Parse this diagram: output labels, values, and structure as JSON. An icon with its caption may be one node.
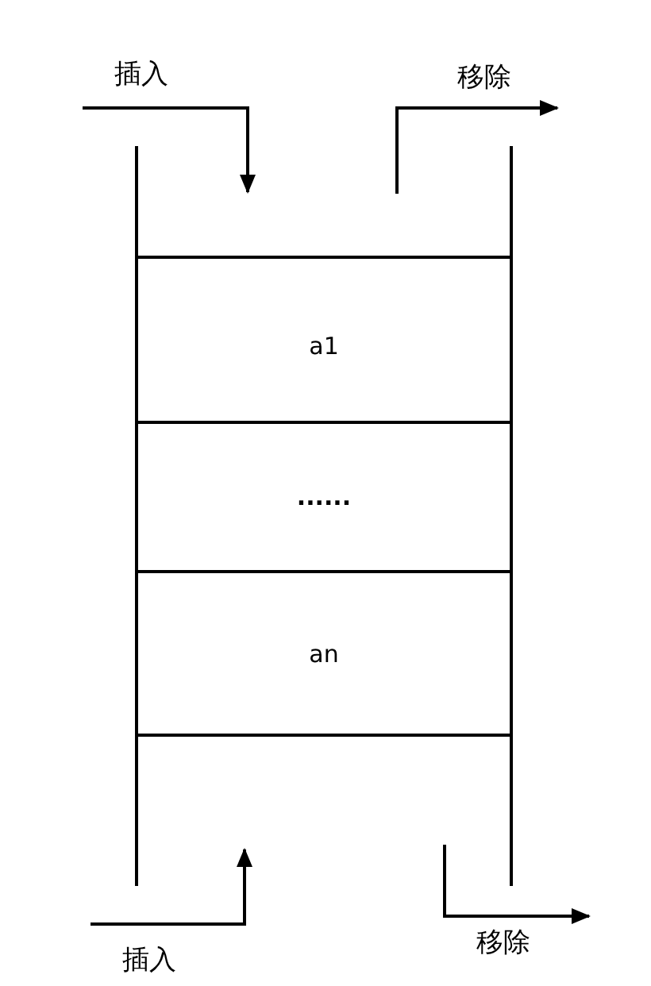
{
  "diagram": {
    "nodes": [
      {
        "text": [],
        "shape": "tube"
      },
      {
        "text": [
          "a1"
        ],
        "in": 0
      },
      {
        "text": [
          "......"
        ],
        "in": 0
      },
      {
        "text": [
          "an"
        ],
        "in": 0
      }
    ],
    "labels": [
      "插入",
      "移除",
      "插入",
      "移除"
    ]
  }
}
